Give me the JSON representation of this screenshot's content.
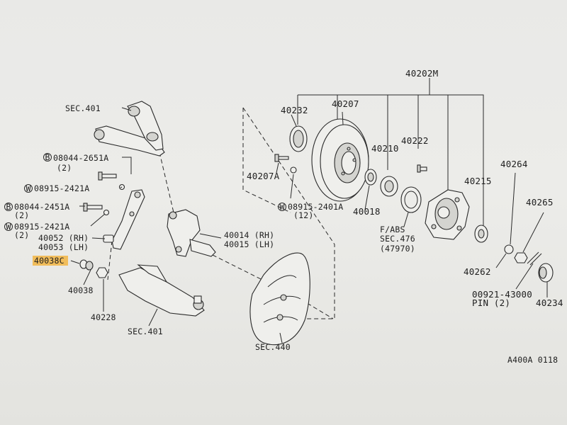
{
  "labels": {
    "sec401_top": "SEC.401",
    "b08044_2651a": "08044-2651A",
    "qty2_a": "(2)",
    "w08915_2421a_1": "08915-2421A",
    "b08044_2451a": "08044-2451A",
    "qty2_b": "(2)",
    "w08915_2421a_2": "08915-2421A",
    "qty2_c": "(2)",
    "p40052": "40052 (RH)",
    "p40053": "40053 (LH)",
    "p40038c": "40038C",
    "p40038": "40038",
    "p40228": "40228",
    "sec401_bottom": "SEC.401",
    "p40014": "40014 (RH)",
    "p40015": "40015 (LH)",
    "sec440": "SEC.440",
    "p40232": "40232",
    "p40207": "40207",
    "p40202m": "40202M",
    "p40210": "40210",
    "p40222": "40222",
    "p40207a": "40207A",
    "w08915_2401a": "08915-2401A",
    "qty12": "(12)",
    "p40018": "40018",
    "fabs": "F/ABS",
    "sec476": "SEC.476",
    "p47970": "(47970)",
    "p40215": "40215",
    "p40264": "40264",
    "p40265": "40265",
    "p40262": "40262",
    "p00921_43000": "00921-43000",
    "pin2": "PIN (2)",
    "p40234": "40234",
    "diagram_code": "A400A 0118",
    "b_mark": "B",
    "w_mark": "W"
  },
  "colors": {
    "highlight": "#f2b84b",
    "ink": "#2a2a2a",
    "paper": "#ecece9"
  }
}
